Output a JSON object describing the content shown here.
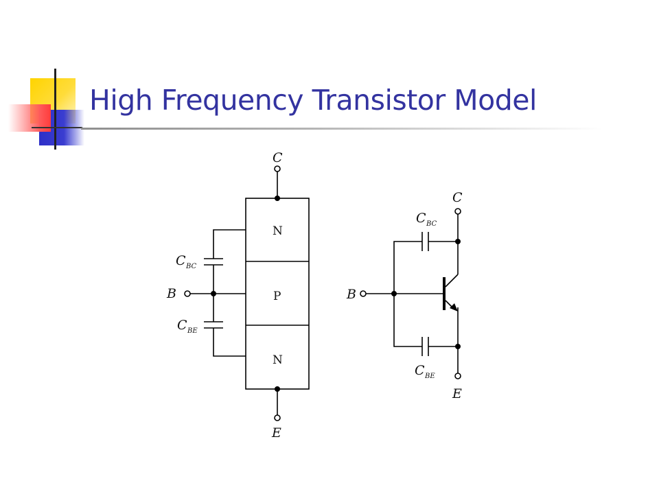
{
  "slide": {
    "title": "High Frequency Transistor Model"
  },
  "left_diagram": {
    "terminal_collector": "C",
    "terminal_base": "B",
    "terminal_emitter": "E",
    "region_top": "N",
    "region_middle": "P",
    "region_bottom": "N",
    "cap_bc": {
      "main": "C",
      "sub": "BC"
    },
    "cap_be": {
      "main": "C",
      "sub": "BE"
    }
  },
  "right_diagram": {
    "terminal_collector": "C",
    "terminal_base": "B",
    "terminal_emitter": "E",
    "cap_bc": {
      "main": "C",
      "sub": "BC"
    },
    "cap_be": {
      "main": "C",
      "sub": "BE"
    }
  }
}
